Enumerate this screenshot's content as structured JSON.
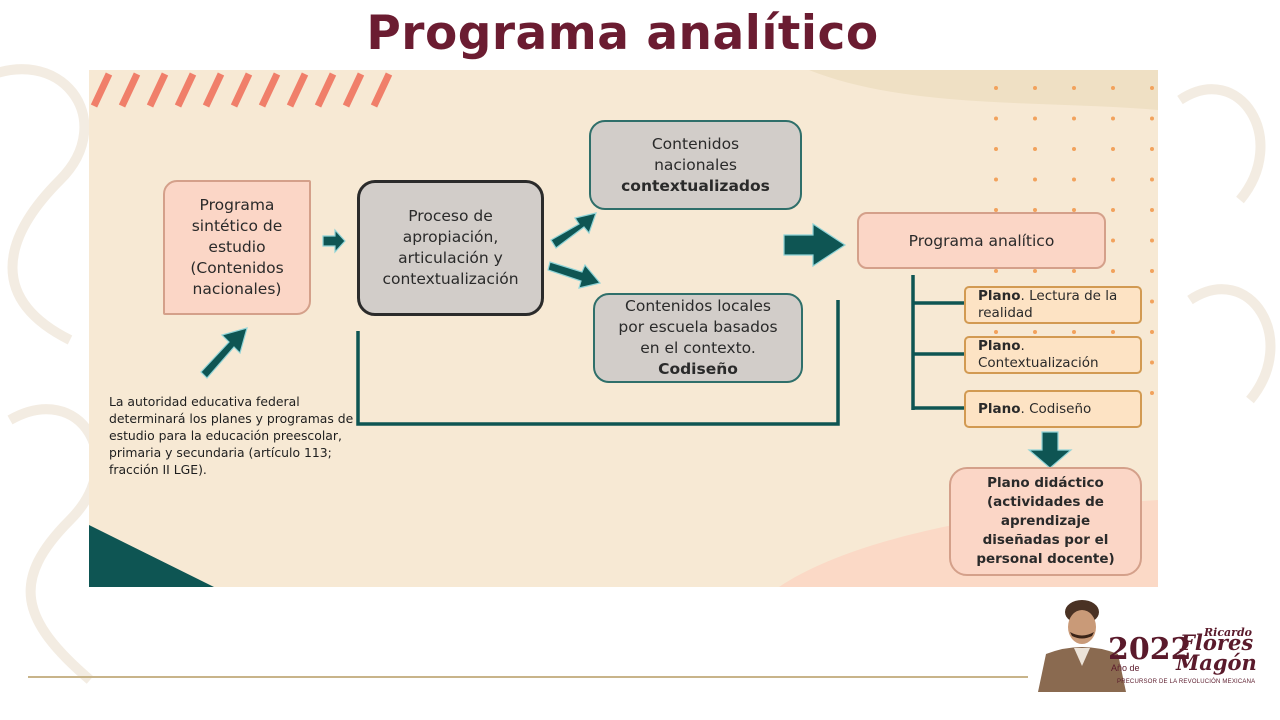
{
  "title": "Programa analítico",
  "colors": {
    "title": "#6b1c31",
    "panel": "#f7e9d4",
    "teal": "#0e5553",
    "salmon": "#f07f6a",
    "orange_dots": "#f2a25c"
  },
  "boxes": {
    "sintetico": [
      "Programa",
      "sintético de",
      "estudio",
      "(Contenidos",
      "nacionales)"
    ],
    "proceso": [
      "Proceso de",
      "apropiación,",
      "articulación y",
      "contextualización"
    ],
    "nacionales": {
      "line1": "Contenidos",
      "line2": "nacionales",
      "line3_bold": "contextualizados"
    },
    "locales": {
      "line1": "Contenidos locales",
      "line2": "por escuela basados",
      "line3": "en el contexto.",
      "line4_bold": "Codiseño"
    },
    "analitico": "Programa analítico",
    "plano1": {
      "bold": "Plano",
      "rest": ". Lectura de la realidad"
    },
    "plano2": {
      "bold": "Plano",
      "rest": ". Contextualización"
    },
    "plano3": {
      "bold": "Plano",
      "rest": ". Codiseño"
    },
    "didactico": [
      "Plano didáctico",
      "(actividades de",
      "aprendizaje",
      "diseñadas por el",
      "personal docente)"
    ]
  },
  "note": "La autoridad educativa federal determinará los planes y programas de estudio para la educación preescolar, primaria y secundaria (artículo 113; fracción II LGE).",
  "logo": {
    "year": "2022",
    "ano_de": "Año de",
    "name_first": "Ricardo",
    "name_mid": "Flores",
    "name_last": "Magón",
    "subtitle": "PRECURSOR DE LA REVOLUCIÓN MEXICANA"
  }
}
